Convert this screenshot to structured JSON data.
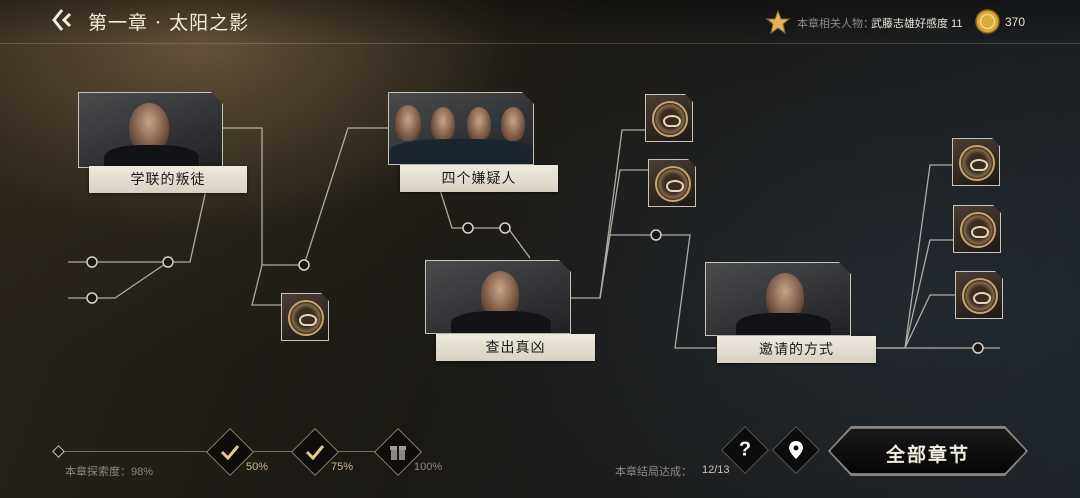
{
  "header": {
    "chapter_title": "第一章 · 太阳之影",
    "related_label": "本章相关人物：",
    "related_value": "武藤志雄好感度 11",
    "coin_count": "370"
  },
  "nodes": {
    "n1": "学联的叛徒",
    "n2": "四个嫌疑人",
    "n3": "查出真凶",
    "n4": "邀请的方式"
  },
  "footer": {
    "explore_label": "本章探索度：",
    "explore_value": "98%",
    "milestones": [
      {
        "pct": "50%",
        "icon": "check-icon"
      },
      {
        "pct": "75%",
        "icon": "check-icon"
      },
      {
        "pct": "100%",
        "icon": "gift-icon"
      }
    ],
    "ending_label": "本章结局达成：",
    "ending_count": "12/13",
    "help_glyph": "?",
    "all_chapters": "全部章节"
  },
  "colors": {
    "accent_gold": "#c9b68a",
    "label_bg": "#e8e2d4",
    "line": "#c9c4b8"
  }
}
